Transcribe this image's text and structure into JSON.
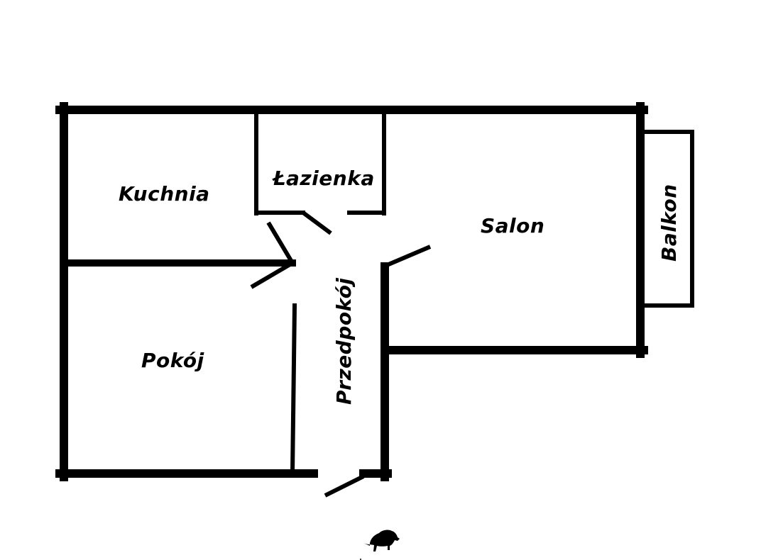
{
  "colors": {
    "wall": "#000000",
    "background": "#ffffff"
  },
  "rooms": {
    "kitchen": "Kuchnia",
    "bathroom": "Łazienka",
    "living_room": "Salon",
    "balcony": "Balkon",
    "bedroom": "Pokój",
    "hallway": "Przedpokój"
  },
  "icons": {
    "logo": "bison-icon"
  }
}
